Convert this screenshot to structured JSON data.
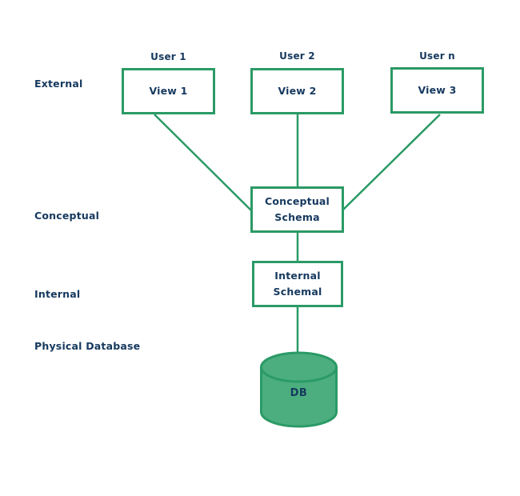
{
  "colors": {
    "green": "#2B9A66",
    "green_fill": "#4CAE7F",
    "navy": "#16395E",
    "bg": "#FFFFFF"
  },
  "levels": [
    {
      "label": "External"
    },
    {
      "label": "Conceptual"
    },
    {
      "label": "Internal"
    },
    {
      "label": "Physical Database"
    }
  ],
  "users": [
    {
      "label": "User 1",
      "view": "View 1"
    },
    {
      "label": "User 2",
      "view": "View 2"
    },
    {
      "label": "User n",
      "view": "View 3"
    }
  ],
  "conceptual_schema": {
    "line1": "Conceptual",
    "line2": "Schema"
  },
  "internal_schema": {
    "line1": "Internal",
    "line2": "Schemal"
  },
  "db_label": "DB"
}
